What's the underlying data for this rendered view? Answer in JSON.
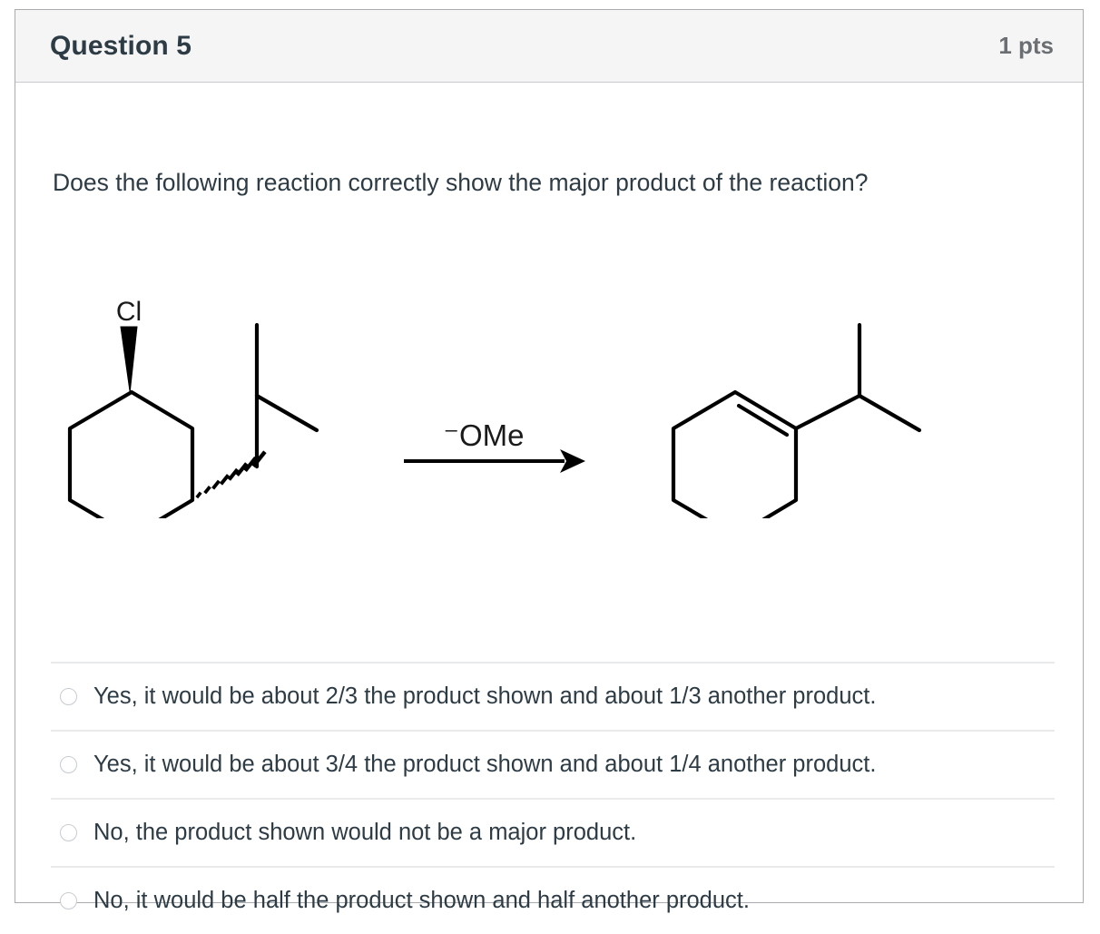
{
  "header": {
    "title": "Question 5",
    "points": "1 pts"
  },
  "question": {
    "prompt": "Does the following reaction correctly show the major product of the reaction?"
  },
  "reaction": {
    "reagent_label": "⁻OMe",
    "reactant": {
      "name": "cis-1-chloro-2-isopropylcyclohexane",
      "substituent_label": "Cl",
      "ring": "cyclohexane",
      "cl_bond_style": "bold-wedge",
      "isopropyl_bond_style": "hashed-wedge"
    },
    "product": {
      "name": "1-isopropylcyclohexene",
      "ring": "cyclohexene",
      "double_bond": "C1=C2"
    },
    "arrow": "reaction-arrow-right"
  },
  "answers": [
    {
      "label": "Yes, it would be about 2/3 the product shown and about 1/3 another product.",
      "selected": false
    },
    {
      "label": "Yes, it would be about 3/4 the product shown and about 1/4 another product.",
      "selected": false
    },
    {
      "label": "No, the product shown would not be a major product.",
      "selected": false
    },
    {
      "label": "No, it would be half the product shown and half another product.",
      "selected": false
    }
  ],
  "colors": {
    "text": "#2d3b45",
    "muted": "#6b6f73",
    "panel_border": "#a8abaf",
    "header_bg": "#f5f5f5",
    "divider": "#e8eaec",
    "structure_stroke": "#000000"
  }
}
